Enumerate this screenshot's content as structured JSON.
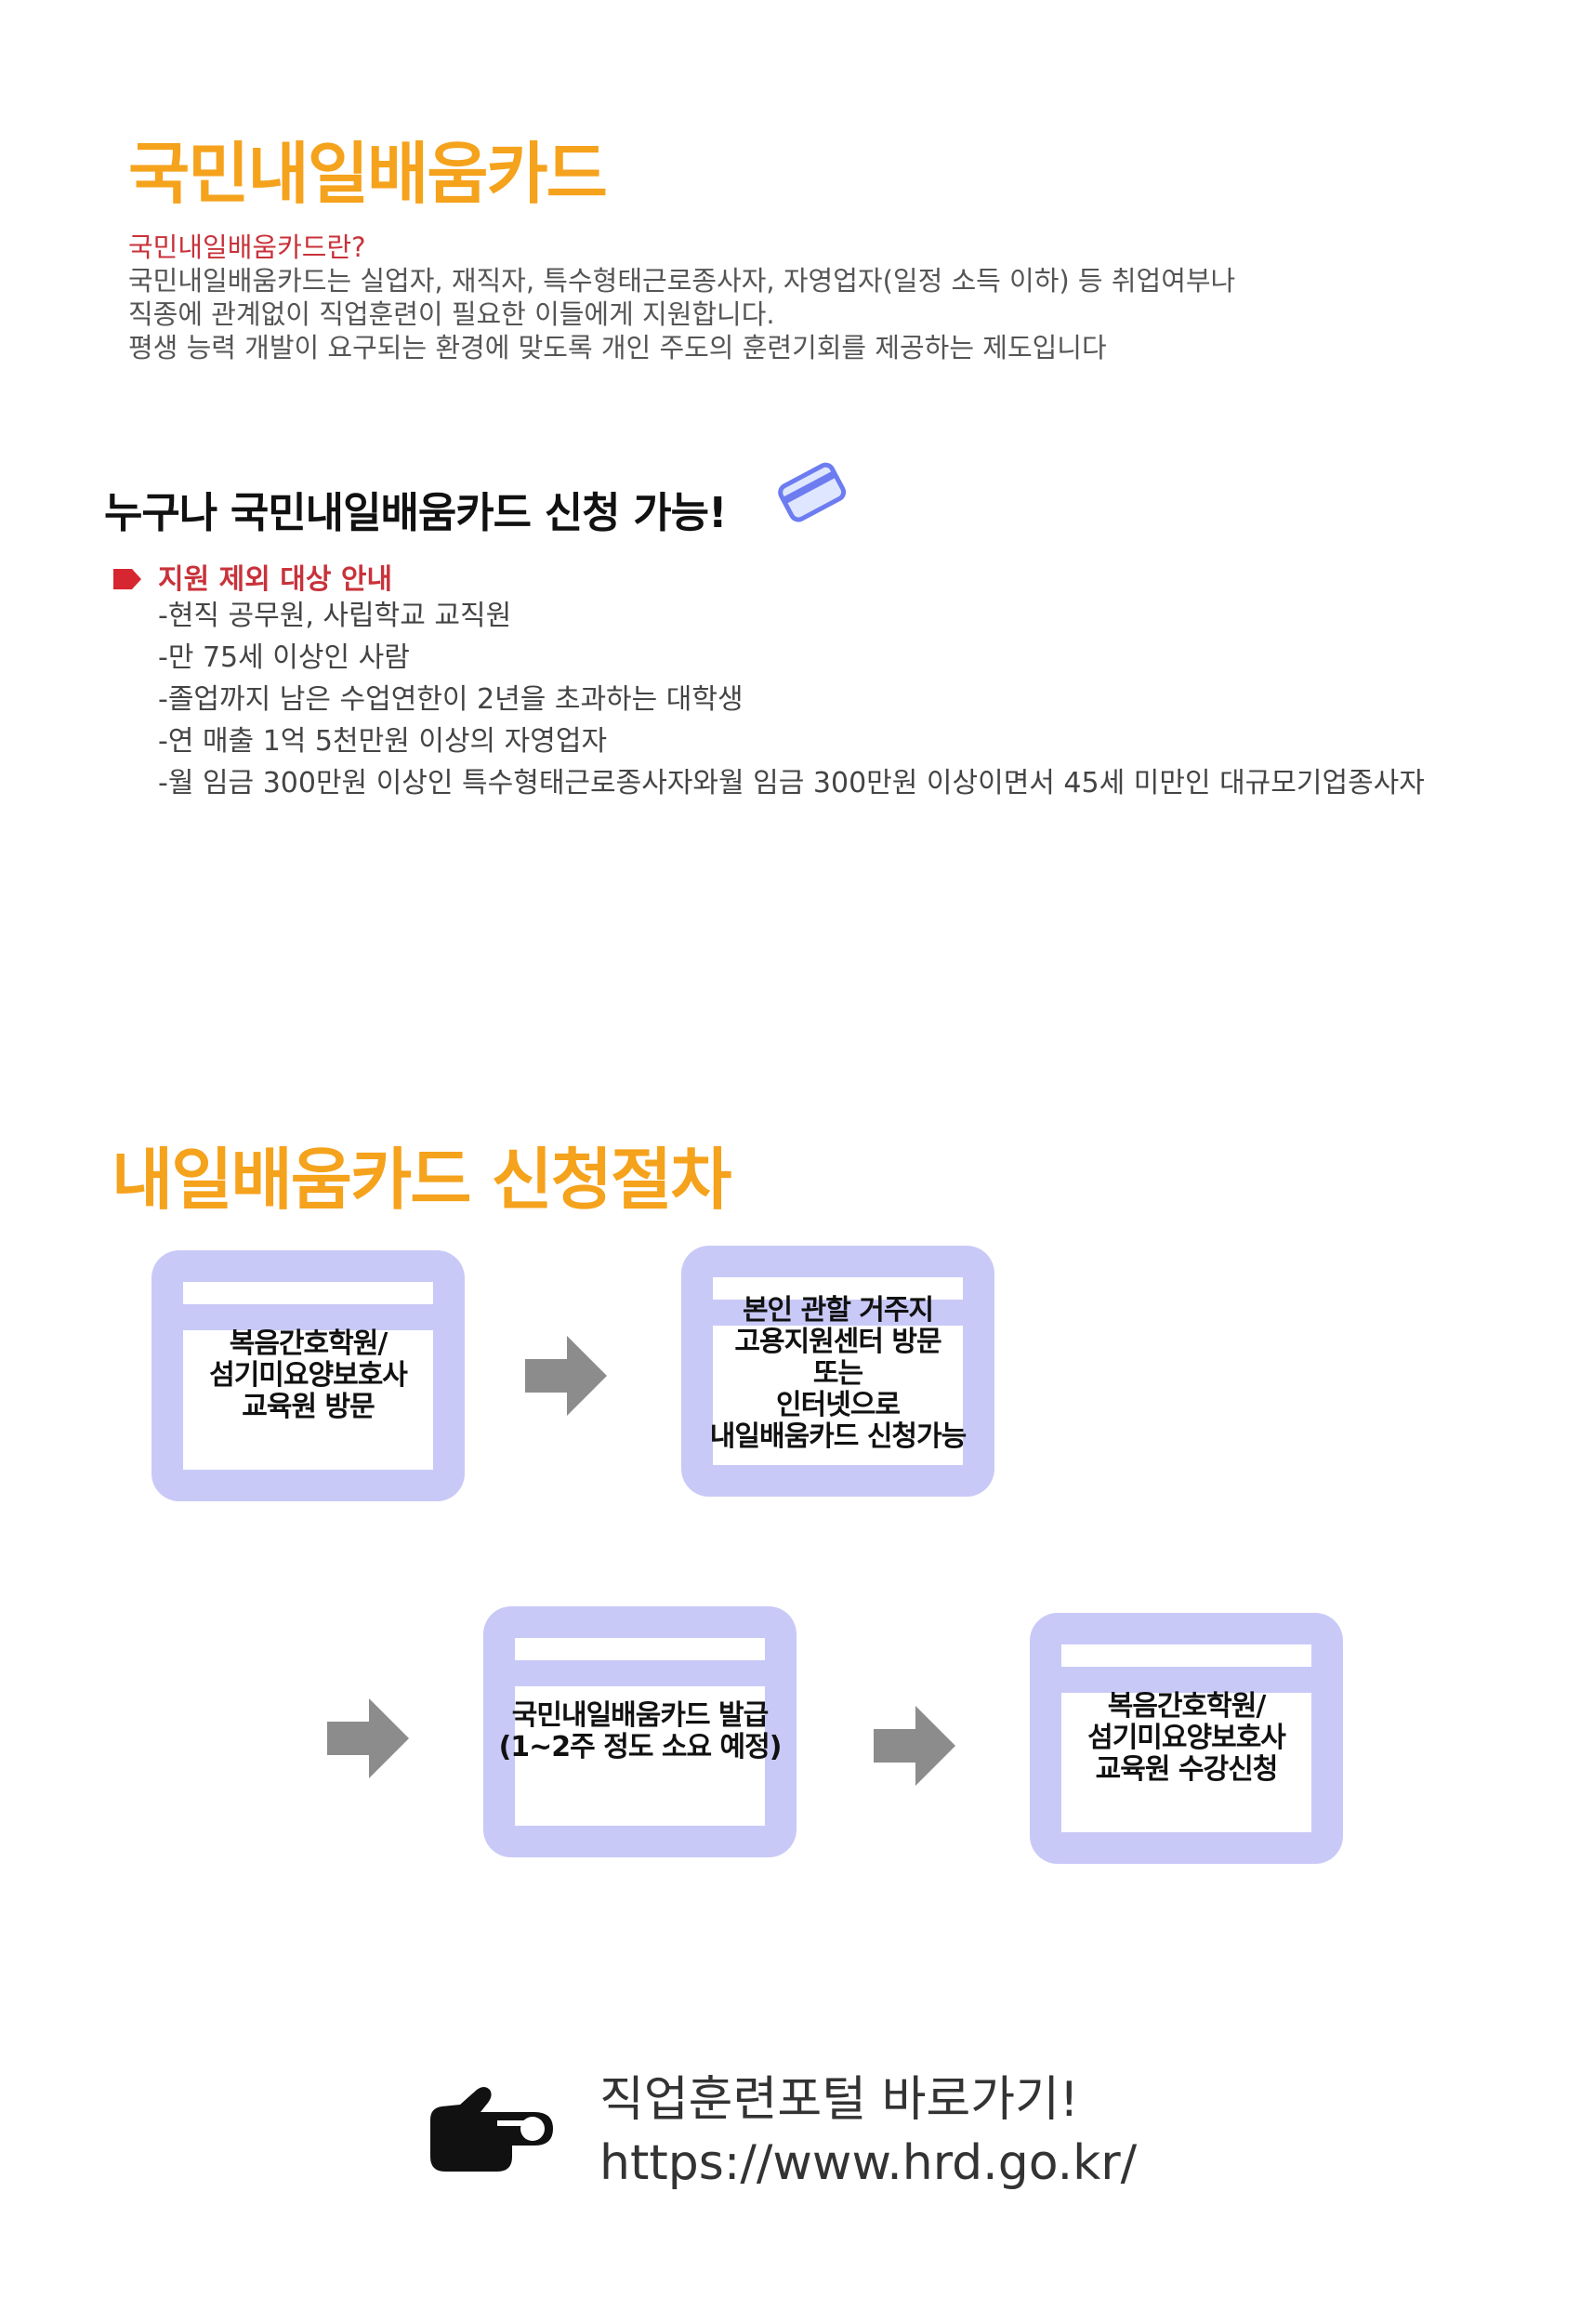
{
  "header": {
    "title": "국민내일배움카드"
  },
  "intro": {
    "question": "국민내일배움카드란?",
    "lines": [
      "국민내일배움카드는 실업자, 재직자, 특수형태근로종사자, 자영업자(일정 소득 이하) 등 취업여부나",
      "직종에 관계없이 직업훈련이 필요한 이들에게 지원합니다.",
      "평생 능력 개발이 요구되는 환경에 맞도록 개인 주도의 훈련기회를 제공하는 제도입니다"
    ]
  },
  "eligibility": {
    "heading": "누구나 국민내일배움카드 신청 가능!",
    "exclusion_title": "지원 제외 대상 안내",
    "exclusions": [
      "-현직 공무원, 사립학교 교직원",
      "-만 75세 이상인 사람",
      "-졸업까지 남은 수업연한이 2년을 초과하는 대학생",
      "-연 매출 1억 5천만원 이상의 자영업자",
      "-월 임금 300만원 이상인 특수형태근로종사자와월 임금 300만원 이상이면서 45세 미만인 대규모기업종사자"
    ]
  },
  "procedure": {
    "title": "내일배움카드 신청절차",
    "steps": [
      {
        "lines": [
          "복음간호학원/",
          "섬기미요양보호사",
          "교육원 방문"
        ]
      },
      {
        "lines": [
          "본인 관할 거주지",
          "고용지원센터 방문",
          "또는",
          "인터넷으로",
          "내일배움카드 신청가능"
        ]
      },
      {
        "lines": [
          "국민내일배움카드 발급",
          "(1~2주 정도 소요 예정)"
        ]
      },
      {
        "lines": [
          "복음간호학원/",
          "섬기미요양보호사",
          "교육원 수강신청"
        ]
      }
    ]
  },
  "footer": {
    "link_label": "직업훈련포털 바로가기!",
    "url": "https://www.hrd.go.kr/"
  },
  "colors": {
    "accent_orange": "#f5a21c",
    "accent_red": "#c8323a",
    "step_frame": "#c9c9f8",
    "arrow_gray": "#8c8c8c"
  }
}
